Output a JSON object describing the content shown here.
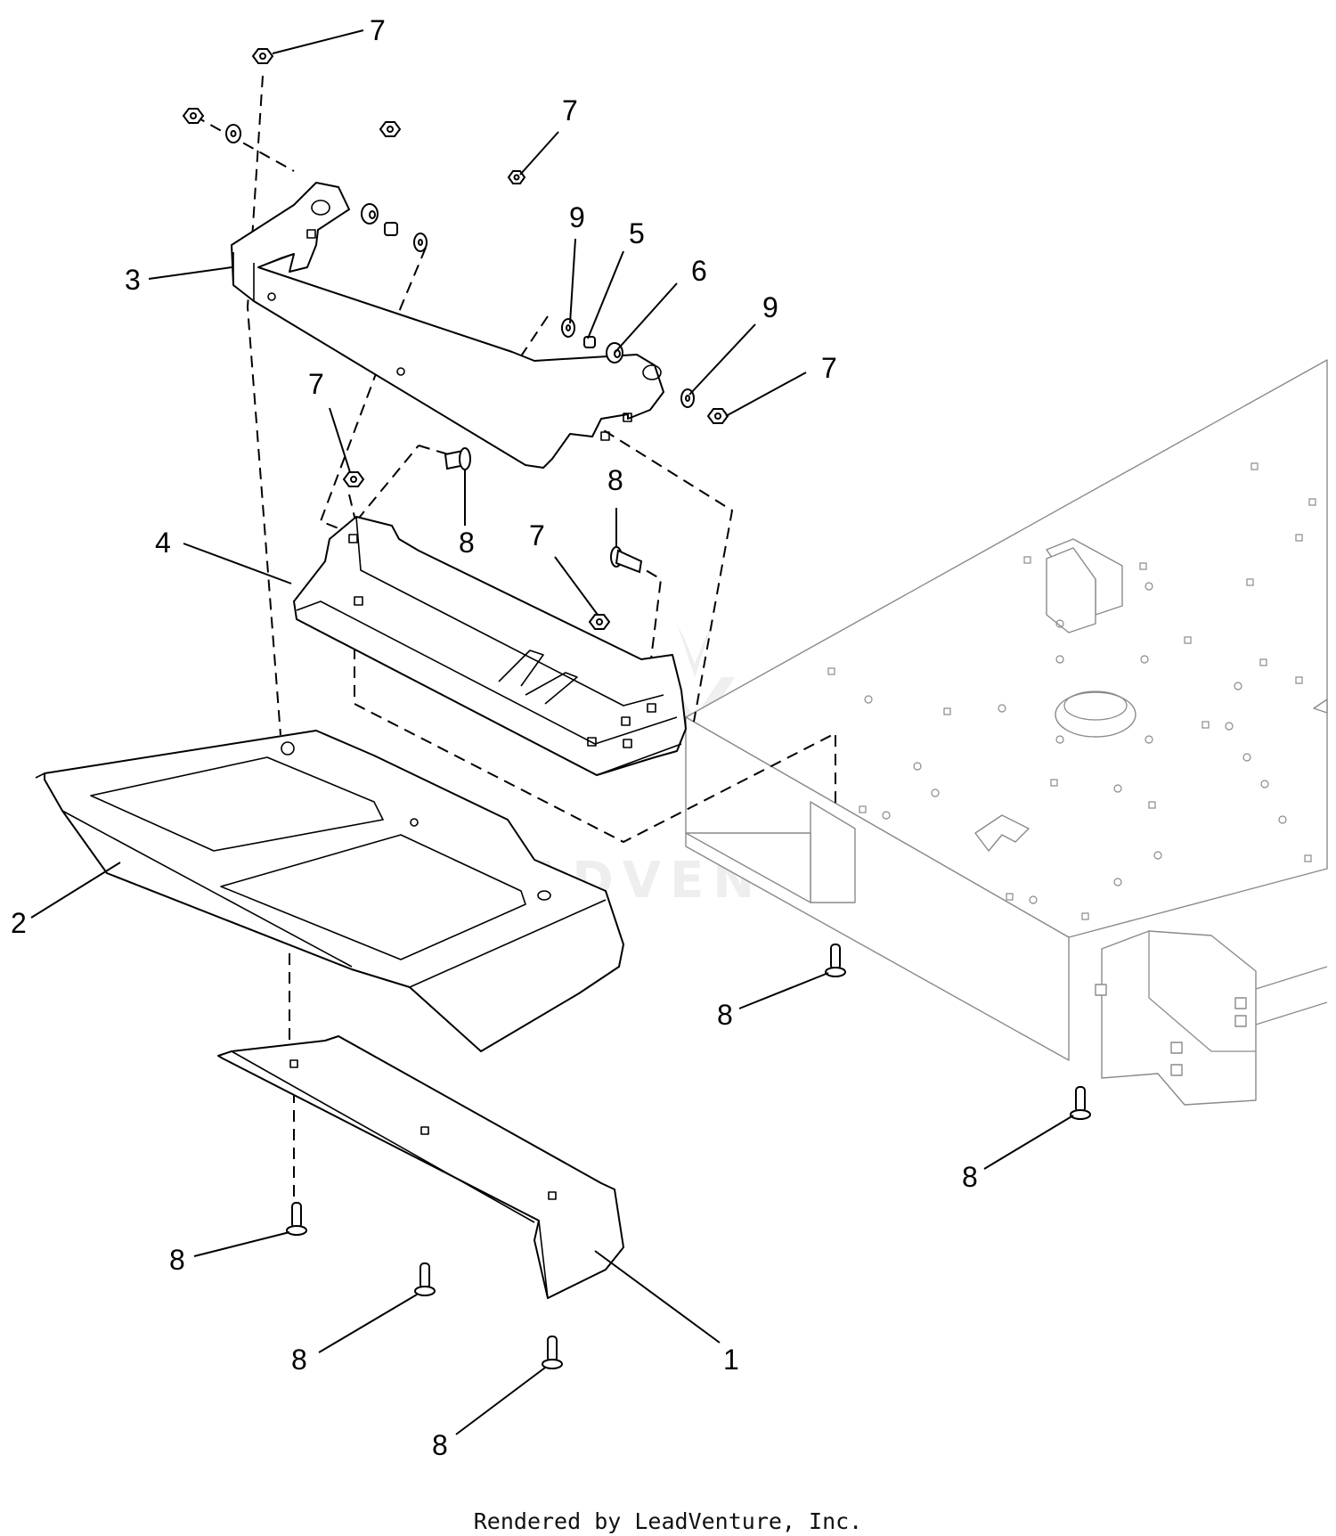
{
  "diagram": {
    "callouts": [
      {
        "id": "c7a",
        "text": "7"
      },
      {
        "id": "c7b",
        "text": "7"
      },
      {
        "id": "c9a",
        "text": "9"
      },
      {
        "id": "c5",
        "text": "5"
      },
      {
        "id": "c6",
        "text": "6"
      },
      {
        "id": "c9b",
        "text": "9"
      },
      {
        "id": "c7c",
        "text": "7"
      },
      {
        "id": "c3",
        "text": "3"
      },
      {
        "id": "c7d",
        "text": "7"
      },
      {
        "id": "c8a",
        "text": "8"
      },
      {
        "id": "c4",
        "text": "4"
      },
      {
        "id": "c8b",
        "text": "8"
      },
      {
        "id": "c7e",
        "text": "7"
      },
      {
        "id": "c2",
        "text": "2"
      },
      {
        "id": "c8c",
        "text": "8"
      },
      {
        "id": "c8d",
        "text": "8"
      },
      {
        "id": "c8e",
        "text": "8"
      },
      {
        "id": "c1",
        "text": "1"
      },
      {
        "id": "c8f",
        "text": "8"
      },
      {
        "id": "c8g",
        "text": "8"
      }
    ],
    "watermark": "LEADVENTURE"
  },
  "footer": {
    "credit": "Rendered by LeadVenture, Inc."
  }
}
